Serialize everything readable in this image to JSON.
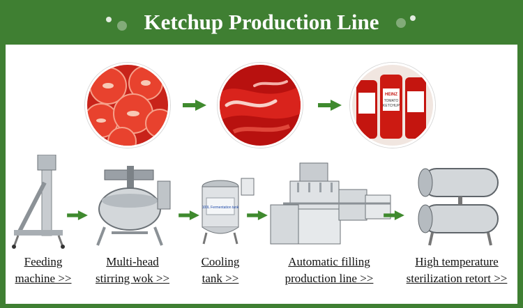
{
  "header": {
    "title": "Ketchup Production Line"
  },
  "colors": {
    "brand_green": "#3f7f32",
    "arrow_green": "#3f8a2e",
    "tomato_red": "#d9261c"
  },
  "products": [
    {
      "name": "fresh-tomatoes"
    },
    {
      "name": "ketchup-sauce"
    },
    {
      "name": "ketchup-bottles"
    }
  ],
  "bottle_label": {
    "brand": "HEINZ",
    "line1": "TOMATO",
    "line2": "KETCHUP"
  },
  "tank_label": "100L Fermentation tank",
  "steps": [
    {
      "line1": "Feeding",
      "line2": "machine >>"
    },
    {
      "line1": "Multi-head",
      "line2": "stirring wok >>"
    },
    {
      "line1": "Cooling",
      "line2": "tank >>"
    },
    {
      "line1": "Automatic filling",
      "line2": "production line >>"
    },
    {
      "line1": "High temperature",
      "line2": "sterilization retort >>"
    }
  ]
}
